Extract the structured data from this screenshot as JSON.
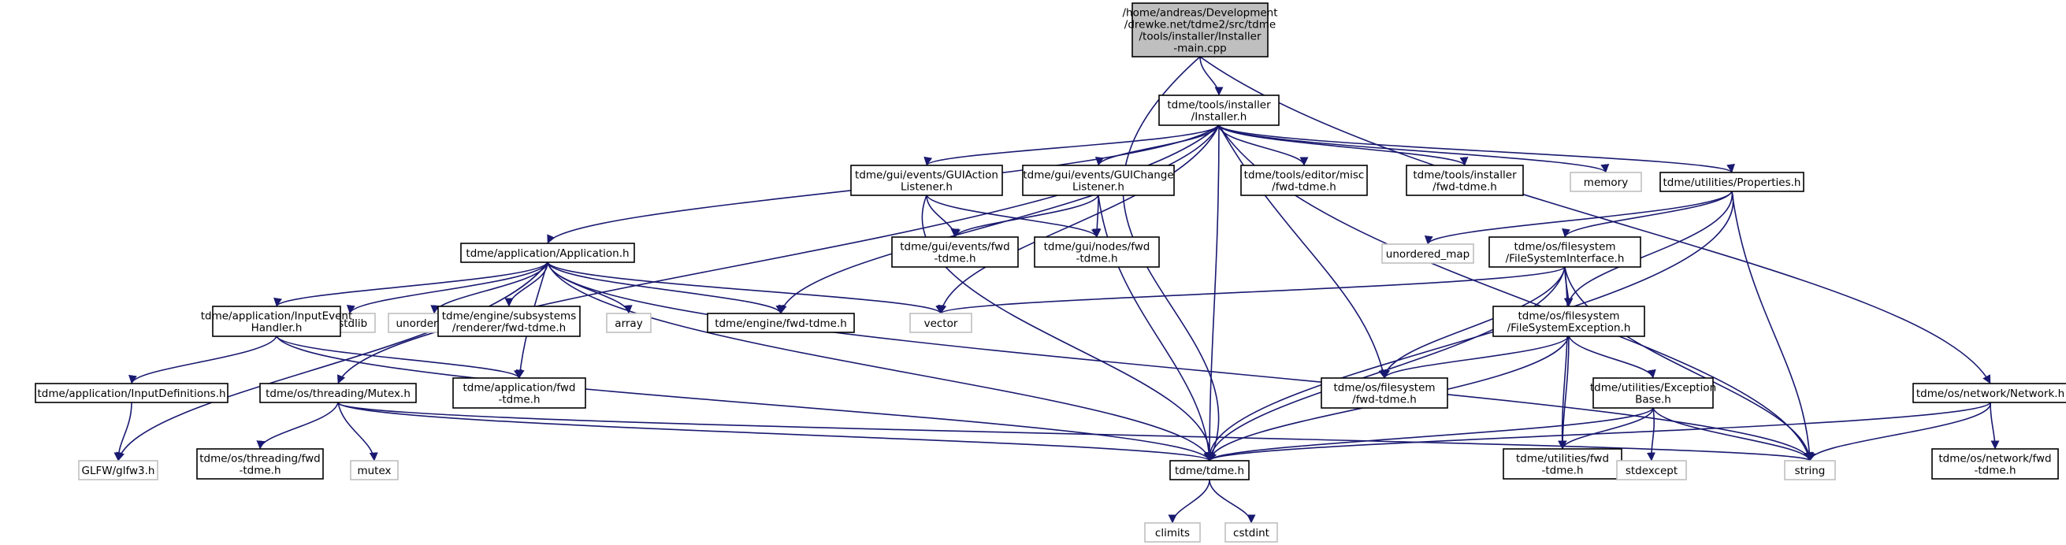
{
  "diagram": {
    "nodes": {
      "main": [
        "/home/andreas/Development",
        "/drewke.net/tdme2/src/tdme",
        "/tools/installer/Installer",
        "-main.cpp"
      ],
      "installer_h": [
        "tdme/tools/installer",
        "/Installer.h"
      ],
      "guiaction": [
        "tdme/gui/events/GUIAction",
        "Listener.h"
      ],
      "guichange": [
        "tdme/gui/events/GUIChange",
        "Listener.h"
      ],
      "editor_fwd": [
        "tdme/tools/editor/misc",
        "/fwd-tdme.h"
      ],
      "installer_fwd": [
        "tdme/tools/installer",
        "/fwd-tdme.h"
      ],
      "memory": [
        "memory"
      ],
      "properties": [
        "tdme/utilities/Properties.h"
      ],
      "application_h": [
        "tdme/application/Application.h"
      ],
      "gui_events_fwd": [
        "tdme/gui/events/fwd",
        "-tdme.h"
      ],
      "gui_nodes_fwd": [
        "tdme/gui/nodes/fwd",
        "-tdme.h"
      ],
      "unordered_map": [
        "unordered_map"
      ],
      "fsinterface": [
        "tdme/os/filesystem",
        "/FileSystemInterface.h"
      ],
      "cstdlib": [
        "cstdlib"
      ],
      "unordered_set": [
        "unordered_set"
      ],
      "inputevent": [
        "tdme/application/InputEvent",
        "Handler.h"
      ],
      "renderer_fwd": [
        "tdme/engine/subsystems",
        "/renderer/fwd-tdme.h"
      ],
      "array": [
        "array"
      ],
      "engine_fwd": [
        "tdme/engine/fwd-tdme.h"
      ],
      "vector": [
        "vector"
      ],
      "fsexception": [
        "tdme/os/filesystem",
        "/FileSystemException.h"
      ],
      "inputdefs": [
        "tdme/application/InputDefinitions.h"
      ],
      "mutex_h": [
        "tdme/os/threading/Mutex.h"
      ],
      "application_fwd": [
        "tdme/application/fwd",
        "-tdme.h"
      ],
      "fs_fwd": [
        "tdme/os/filesystem",
        "/fwd-tdme.h"
      ],
      "exceptionbase": [
        "tdme/utilities/Exception",
        "Base.h"
      ],
      "network_h": [
        "tdme/os/network/Network.h"
      ],
      "glfw": [
        "GLFW/glfw3.h"
      ],
      "threading_fwd": [
        "tdme/os/threading/fwd",
        "-tdme.h"
      ],
      "mutex": [
        "mutex"
      ],
      "tdme_h": [
        "tdme/tdme.h"
      ],
      "utilities_fwd": [
        "tdme/utilities/fwd",
        "-tdme.h"
      ],
      "stdexcept": [
        "stdexcept"
      ],
      "string": [
        "string"
      ],
      "network_fwd": [
        "tdme/os/network/fwd",
        "-tdme.h"
      ],
      "climits": [
        "climits"
      ],
      "cstdint": [
        "cstdint"
      ]
    }
  }
}
